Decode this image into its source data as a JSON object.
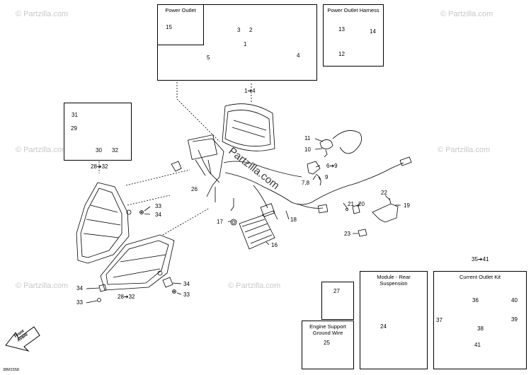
{
  "boxes": {
    "power_outlet": "Power Outlet",
    "harness": "Power Outlet Harness",
    "module": "Module - Rear\nSuspension",
    "current_outlet": "Current Outlet Kit",
    "engine_support": "Engine Support\nGround Wire"
  },
  "labels": {
    "l15": "15",
    "l1": "1",
    "l2": "2",
    "l3": "3",
    "l4": "4",
    "l5": "5",
    "l13": "13",
    "l14": "14",
    "l12": "12",
    "l1to4": "1➔4",
    "l31": "31",
    "l29": "29",
    "l30": "30",
    "l32": "32",
    "l28_32a": "28➔32",
    "l11": "11",
    "l10": "10",
    "l6_9": "6➔9",
    "l78": "7,8",
    "l9": "9",
    "l26": "26",
    "l33a": "33",
    "l34a": "34",
    "l22": "22",
    "l21": "21",
    "l20": "20",
    "l19": "19",
    "l17": "17",
    "l18": "18",
    "l23": "23",
    "l16": "16",
    "l34b": "34",
    "l33b": "33",
    "l28_32b": "28➔32",
    "l34c": "34",
    "l33c": "33",
    "l27": "27",
    "l25": "25",
    "l24": "24",
    "l35_41": "35➔41",
    "l36": "36",
    "l37": "37",
    "l38": "38",
    "l40": "40",
    "l39": "39",
    "l41": "41"
  },
  "watermark": "© Partzilla.com",
  "main_watermark": "Partzilla.com",
  "front_label": "Front\nAvant",
  "figure_id": "38M1558"
}
